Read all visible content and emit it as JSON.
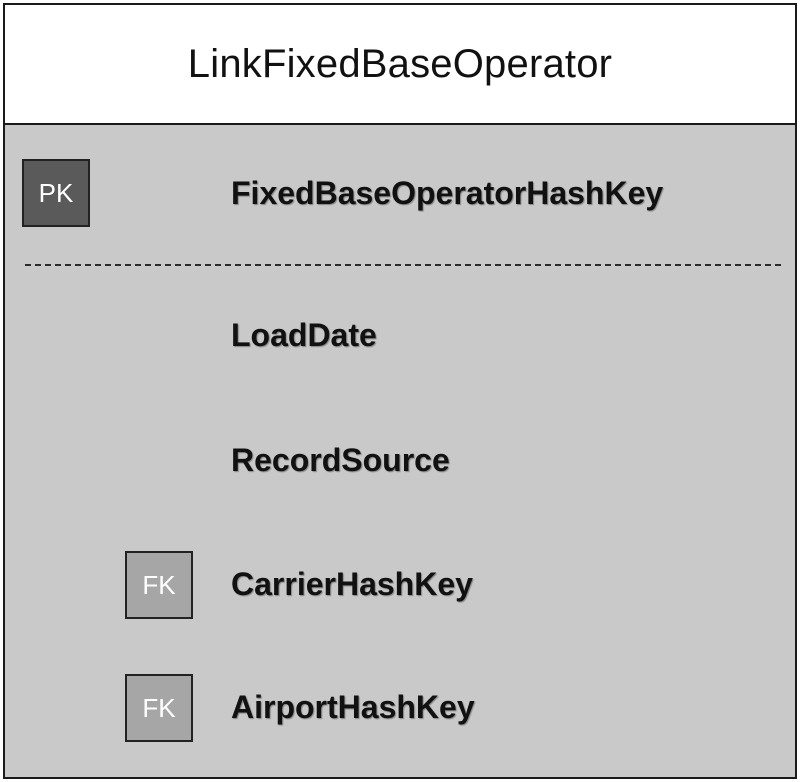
{
  "entity": {
    "title": "LinkFixedBaseOperator",
    "primary_key": {
      "badge": "PK",
      "name": "FixedBaseOperatorHashKey"
    },
    "attributes": [
      {
        "name": "LoadDate",
        "badge": ""
      },
      {
        "name": "RecordSource",
        "badge": ""
      },
      {
        "name": "CarrierHashKey",
        "badge": "FK"
      },
      {
        "name": "AirportHashKey",
        "badge": "FK"
      }
    ]
  }
}
